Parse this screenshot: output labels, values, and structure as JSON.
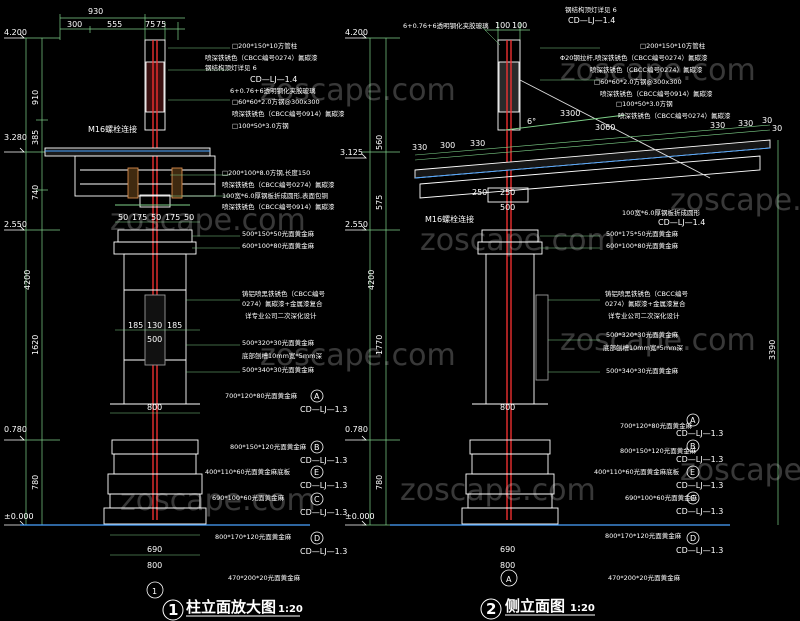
{
  "watermark": "zoscape.com",
  "left": {
    "top_dims": [
      "930",
      "300",
      "555",
      "75",
      "75"
    ],
    "elevs": [
      "4.200",
      "3.280",
      "2.550",
      "0.780",
      "±0.000"
    ],
    "vdims": [
      "910",
      "385",
      "740",
      "4200",
      "1620",
      "780"
    ],
    "detail_dims": [
      "50",
      "175",
      "50",
      "175",
      "50",
      "185",
      "130",
      "185",
      "500",
      "800",
      "690",
      "800"
    ],
    "m16": "M16螺栓连接",
    "notes": [
      "□200*150*10方管柱",
      "喷深铁锈色（CBCC编号0274）氟碳漆",
      "钢结构顶灯详见 6",
      "CD—LJ—1.4",
      "6+0.76+6透明钢化夹胶玻璃",
      "□60*60*2.0方钢@300x300",
      "喷深铁锈色（CBCC编号0914）氟碳漆",
      "□100*50*3.0方钢",
      "□200*100*8.0方钢,长度150",
      "喷深铁锈色（CBCC编号0274）氟碳漆",
      "100宽*6.0厚钢板折成圆形,表面包铜",
      "喷深铁锈色（CBCC编号0914）氟碳漆",
      "500*150*50光面黄金麻",
      "600*100*80光面黄金麻",
      "铸铝喷黑铁锈色（CBCC编号",
      "0274）氟碳漆+金属漆复合",
      "详专业公司二次深化设计",
      "500*320*30光面黄金麻",
      "底部刨槽10mm宽*5mm深",
      "500*340*30光面黄金麻",
      "700*120*80光面黄金麻",
      "800*150*120光面黄金麻",
      "400*110*60光面黄金麻底板",
      "690*100*60光面黄金麻",
      "800*170*120光面黄金麻",
      "470*200*20光面黄金麻"
    ],
    "refs": [
      "A",
      "B",
      "E",
      "C",
      "D"
    ],
    "ref_code": "CD—LJ—1.3",
    "title_num": "1",
    "title": "柱立面放大图",
    "scale": "1:20",
    "axis": "1"
  },
  "right": {
    "top_dims": [
      "100",
      "100"
    ],
    "elevs": [
      "4.200",
      "3.125",
      "2.550",
      "0.780",
      "±0.000"
    ],
    "vdims": [
      "560",
      "575",
      "4200",
      "1770",
      "780",
      "3390"
    ],
    "roof_dims": [
      "330",
      "300",
      "330",
      "3300",
      "3060",
      "330",
      "330",
      "30",
      "30"
    ],
    "detail_dims": [
      "250",
      "250",
      "500",
      "800",
      "690",
      "800"
    ],
    "angle": "6°",
    "m16": "M16螺栓连接",
    "notes": [
      "6+0.76+6透明钢化夹胶玻璃",
      "钢结构顶灯详见 6",
      "CD—LJ—1.4",
      "□200*150*10方管柱",
      "Φ20钢拉杆,喷深铁锈色（CBCC编号0274）氟碳漆",
      "喷深铁锈色（CBCC编号0274）氟碳漆",
      "□60*60*2.0方钢@300x300",
      "喷深铁锈色（CBCC编号0914）氟碳漆",
      "□100*50*3.0方钢",
      "喷深铁锈色（CBCC编号0274）氟碳漆",
      "100宽*6.0厚钢板折成圆形",
      "CD—LJ—1.4",
      "500*175*50光面黄金麻",
      "600*100*80光面黄金麻",
      "铸铝喷黑铁锈色（CBCC编号",
      "0274）氟碳漆+金属漆复合",
      "详专业公司二次深化设计",
      "500*320*30光面黄金麻",
      "底部刨槽10mm宽*5mm深",
      "500*340*30光面黄金麻",
      "700*120*80光面黄金麻",
      "800*150*120光面黄金麻",
      "400*110*60光面黄金麻底板",
      "690*100*60光面黄金麻",
      "800*170*120光面黄金麻",
      "470*200*20光面黄金麻"
    ],
    "refs": [
      "A",
      "B",
      "E",
      "C",
      "D"
    ],
    "ref_code": "CD—LJ—1.3",
    "title_num": "2",
    "title": "侧立面图",
    "scale": "1:20",
    "axis": "A"
  }
}
